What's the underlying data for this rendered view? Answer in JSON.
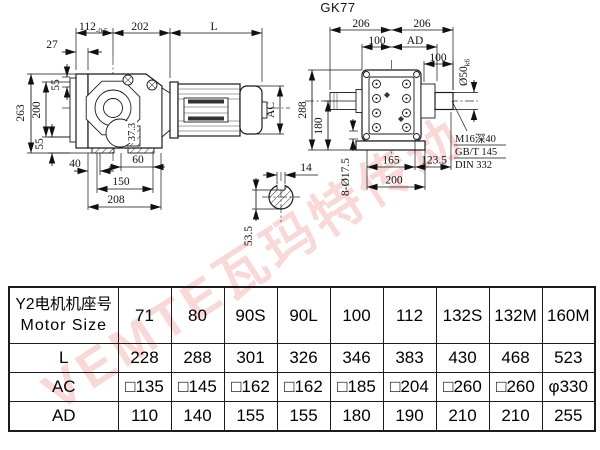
{
  "title": "GK77",
  "watermark": "VEMTE瓦玛特传动",
  "left_view": {
    "d112": "112",
    "d112_tol": "-0.5",
    "d202": "202",
    "dL": "L",
    "d27": "27",
    "d263": "263",
    "d200": "200",
    "d55_top": "55",
    "d55_bottom": "55",
    "d37_3": "37.3",
    "d40": "40",
    "d60": "60",
    "d150": "150",
    "d208": "208",
    "dAC": "AC"
  },
  "shaft_section": {
    "d14": "14",
    "d53_5": "53.5"
  },
  "right_view": {
    "d206_left": "206",
    "d206_right": "206",
    "d100_top": "100",
    "dAD": "AD",
    "d100_shaft": "100",
    "d_shaft_dia": "Ø50",
    "d_shaft_fit": "k6",
    "d288": "288",
    "d180": "180",
    "d_holes": "8-Ø17.5",
    "d165": "165",
    "d123_5": "123.5",
    "d200": "200",
    "note_tap": "M16深40",
    "note_gb": "GB/T 145",
    "note_din": "DIN 332"
  },
  "table": {
    "header_cn": "Y2电机机座号",
    "header_en": "Motor Size",
    "motor_sizes": [
      "71",
      "80",
      "90S",
      "90L",
      "100",
      "112",
      "132S",
      "132M",
      "160M"
    ],
    "rows": [
      {
        "label": "L",
        "values": [
          "228",
          "288",
          "301",
          "326",
          "346",
          "383",
          "430",
          "468",
          "523"
        ]
      },
      {
        "label": "AC",
        "values": [
          "□135",
          "□145",
          "□162",
          "□162",
          "□185",
          "□204",
          "□260",
          "□260",
          "φ330"
        ]
      },
      {
        "label": "AD",
        "values": [
          "110",
          "140",
          "155",
          "155",
          "180",
          "190",
          "210",
          "210",
          "255"
        ]
      }
    ]
  }
}
